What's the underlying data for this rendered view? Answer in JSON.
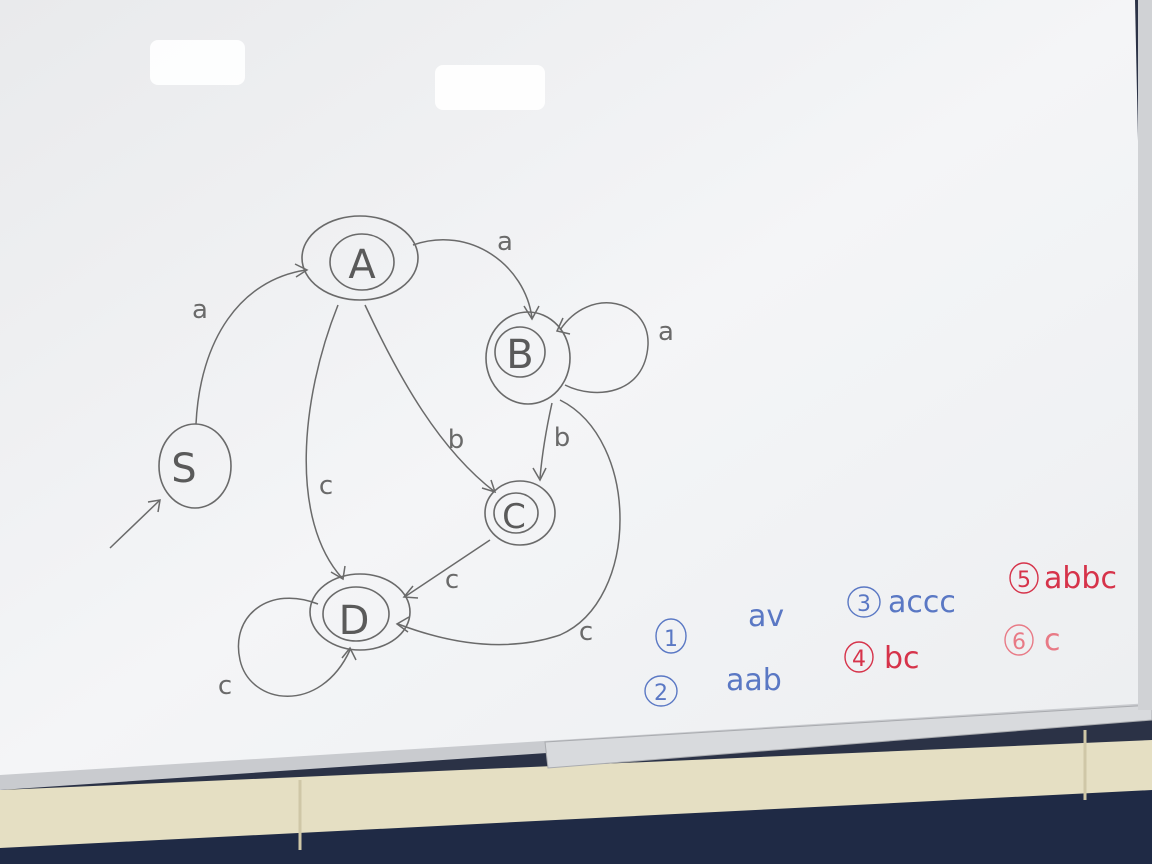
{
  "states": {
    "S": "S",
    "A": "A",
    "B": "B",
    "C": "C",
    "D": "D"
  },
  "transitions": {
    "S_A": "a",
    "A_B": "a",
    "B_B": "a",
    "A_C": "b",
    "B_C": "b",
    "A_D": "c",
    "C_D": "c",
    "B_D": "c",
    "D_D": "c"
  },
  "exercises": [
    {
      "number": "1",
      "word": "av",
      "color": "#5a78c4"
    },
    {
      "number": "2",
      "word": "aab",
      "color": "#5a78c4"
    },
    {
      "number": "3",
      "word": "accc",
      "color": "#5a78c4"
    },
    {
      "number": "4",
      "word": "bc",
      "color": "#d6334a"
    },
    {
      "number": "5",
      "word": "abbc",
      "color": "#d6334a"
    },
    {
      "number": "6",
      "word": "c",
      "color": "#e87a86"
    }
  ],
  "colors": {
    "board": "#f2f3f5",
    "wall": "#e7e1c6",
    "marker_pencil": "#666666",
    "blue_marker": "#5a78c4",
    "red_marker": "#d6334a",
    "faded_red_marker": "#e87a86"
  }
}
